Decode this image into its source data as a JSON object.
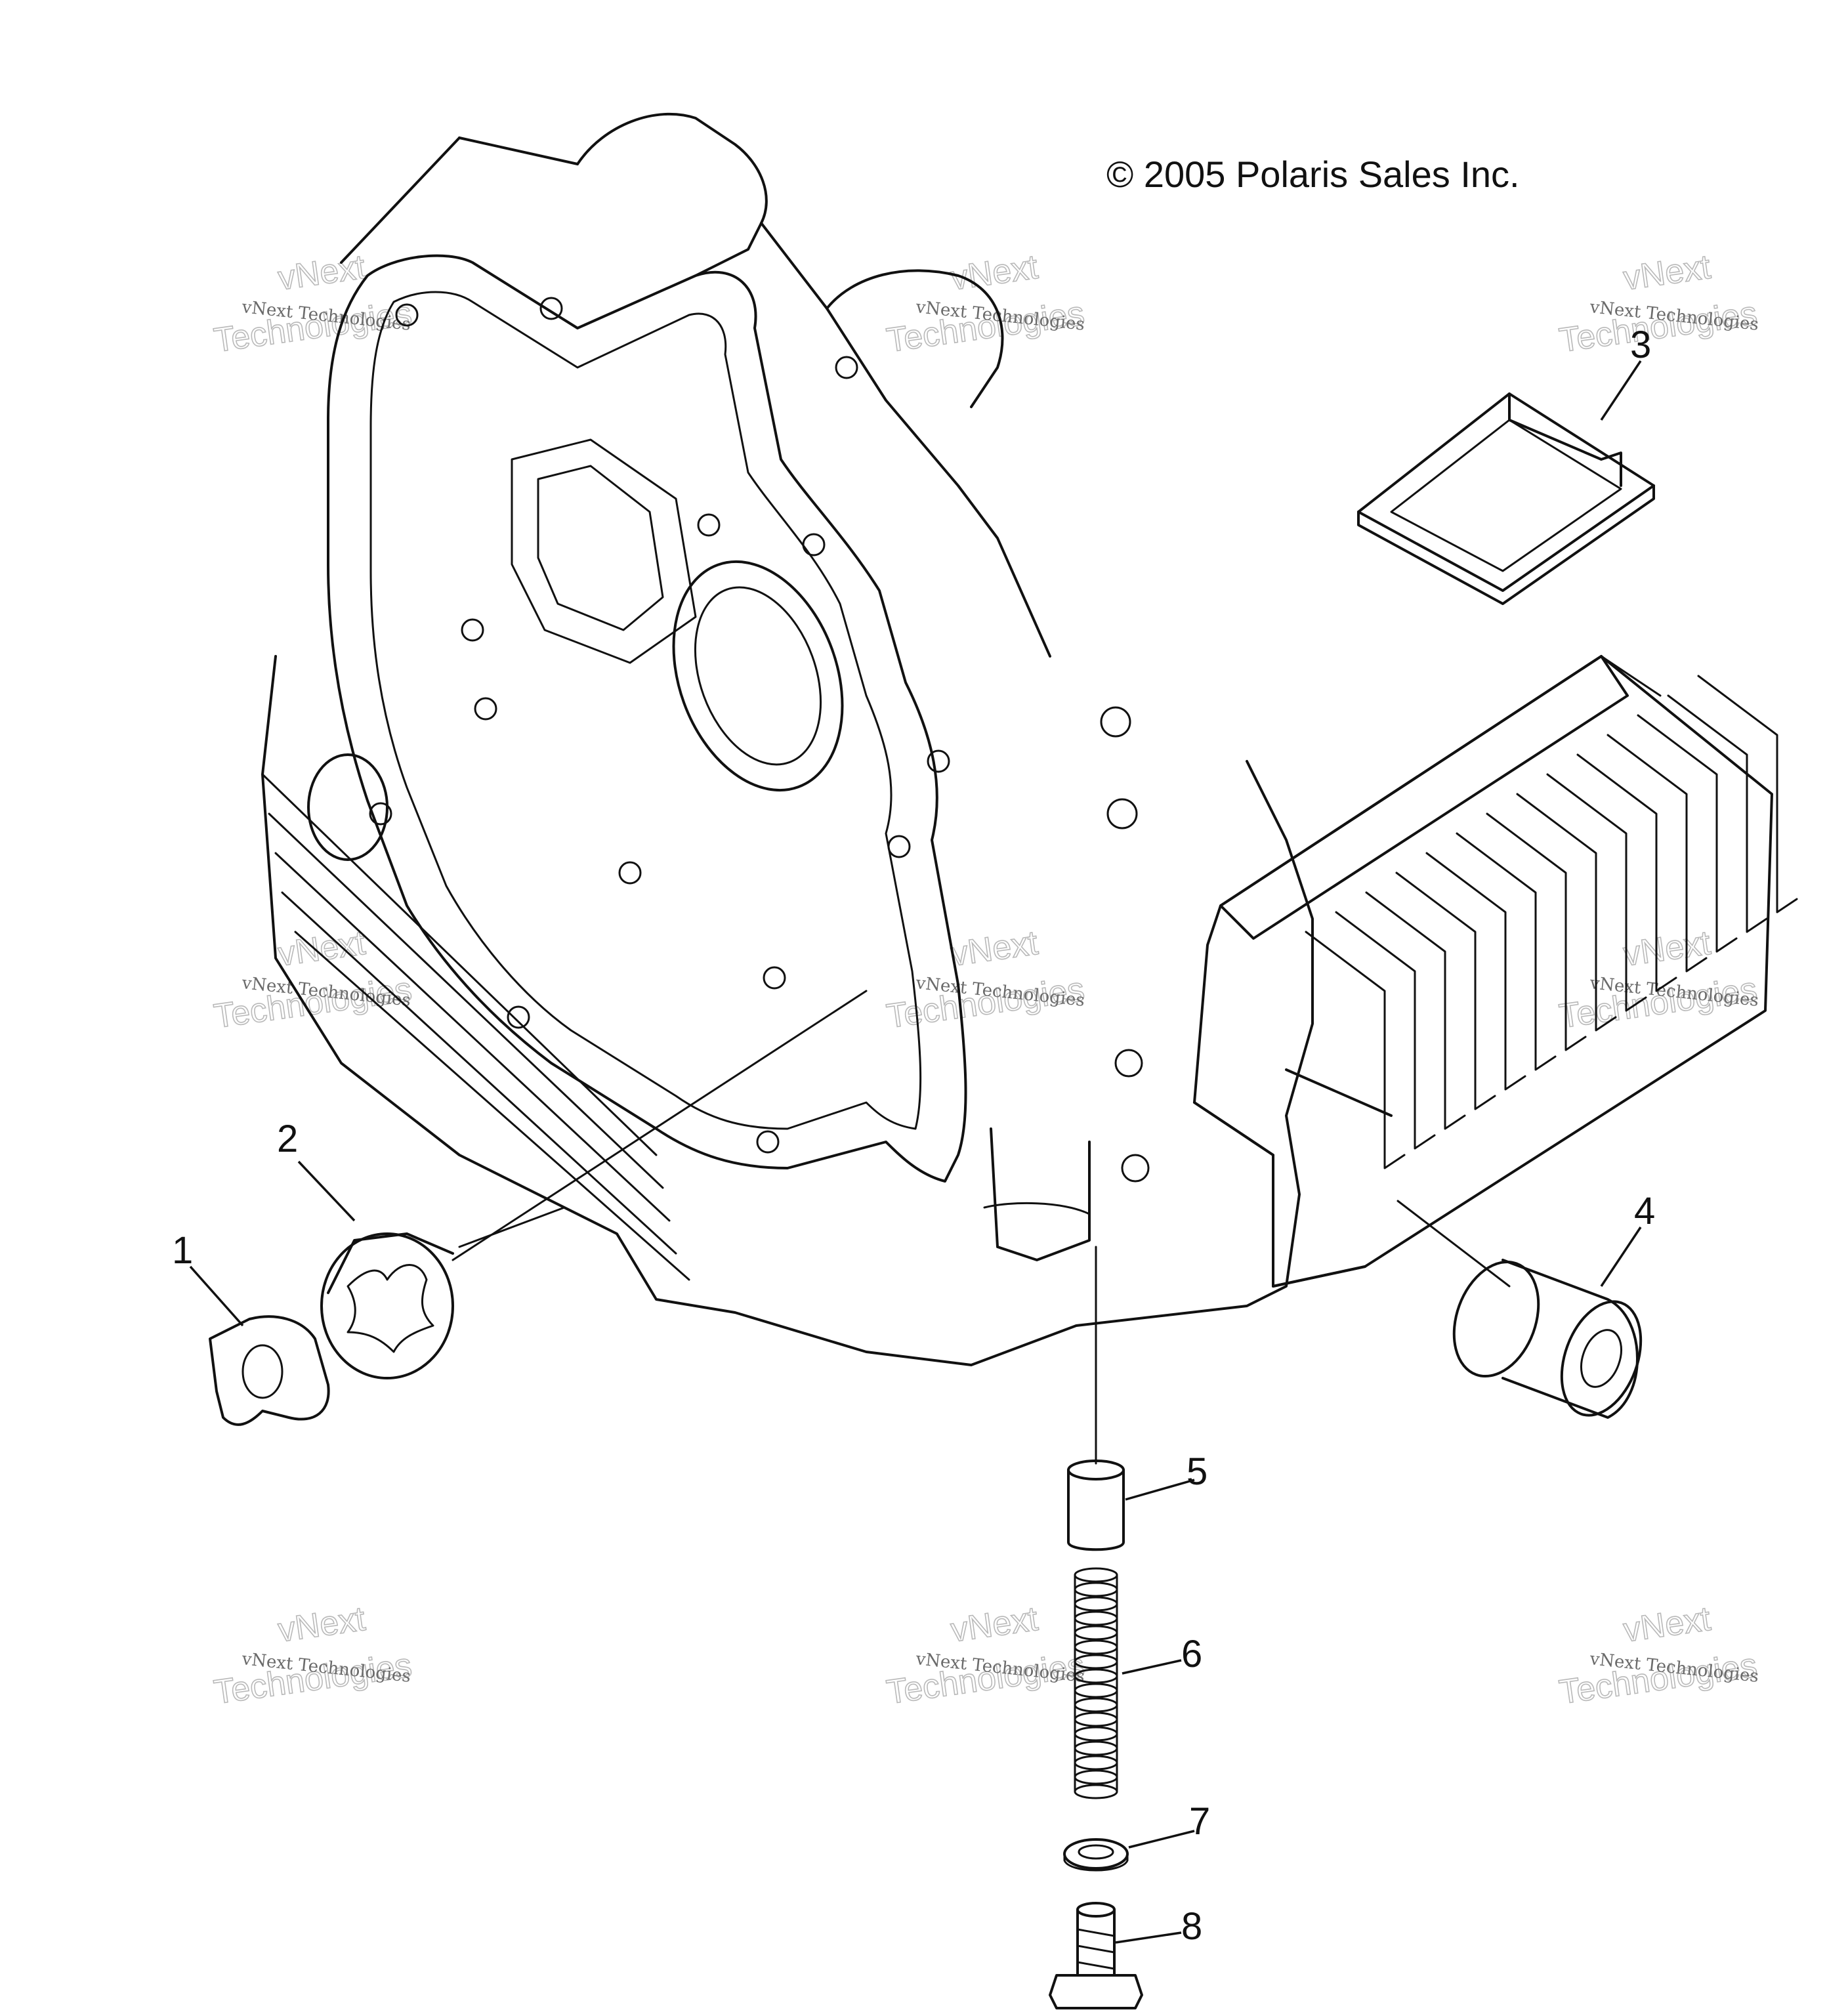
{
  "copyright": "© 2005 Polaris Sales Inc.",
  "watermark": {
    "small": "vNext Technologies",
    "big_line1": "vNext",
    "big_line2": "Technologies"
  },
  "callouts": [
    "1",
    "2",
    "3",
    "4",
    "5",
    "6",
    "7",
    "8"
  ],
  "colors": {
    "line": "#111111",
    "watermark": "#b9b9b9",
    "background": "#ffffff"
  }
}
